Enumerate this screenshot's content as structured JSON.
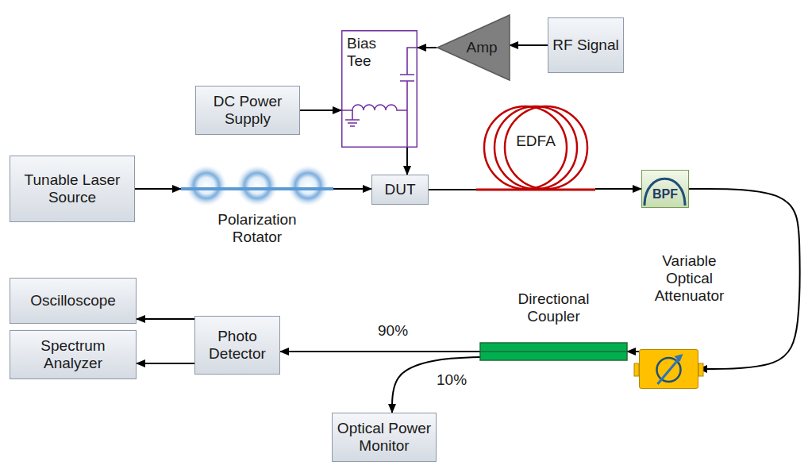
{
  "diagram": {
    "nodes": [
      {
        "text": [
          "Amp"
        ]
      },
      {
        "text": [
          "RF Signal"
        ]
      },
      {
        "text": [
          "Bias Tee"
        ]
      },
      {
        "text": [
          "DC Power Supply"
        ]
      },
      {
        "text": [
          "Tunable Laser Source"
        ]
      },
      {
        "text": [
          "Polarization Rotator"
        ]
      },
      {
        "text": [
          "DUT"
        ]
      },
      {
        "text": [
          "EDFA"
        ]
      },
      {
        "text": [
          "BPF"
        ]
      },
      {
        "text": [
          "Variable Optical Attenuator"
        ]
      },
      {
        "text": [
          "Directional Coupler"
        ]
      },
      {
        "text": [
          "Oscilloscope"
        ]
      },
      {
        "text": [
          "Photo Detector"
        ]
      },
      {
        "text": [
          "Spectrum Analyzer"
        ]
      },
      {
        "text": [
          "Optical Power Monitor"
        ]
      }
    ],
    "edges": [
      {
        "from": 1,
        "to": 0,
        "arrow": "to"
      },
      {
        "from": 0,
        "to": 2,
        "arrow": "to"
      },
      {
        "from": 3,
        "to": 2,
        "arrow": "to"
      },
      {
        "from": 2,
        "to": 6,
        "arrow": "to"
      },
      {
        "from": 4,
        "to": 5,
        "arrow": "to"
      },
      {
        "from": 5,
        "to": 6,
        "arrow": "to"
      },
      {
        "from": 6,
        "to": 7,
        "arrow": "none"
      },
      {
        "from": 7,
        "to": 8,
        "arrow": "to"
      },
      {
        "from": 8,
        "to": 9,
        "arrow": "to"
      },
      {
        "from": 9,
        "to": 10,
        "arrow": "to"
      },
      {
        "from": 10,
        "to": 12,
        "arrow": "to",
        "label": "90%"
      },
      {
        "from": 10,
        "to": 14,
        "arrow": "to",
        "label": "10%"
      },
      {
        "from": 12,
        "to": 11,
        "arrow": "to"
      },
      {
        "from": 12,
        "to": 13,
        "arrow": "to"
      }
    ]
  }
}
